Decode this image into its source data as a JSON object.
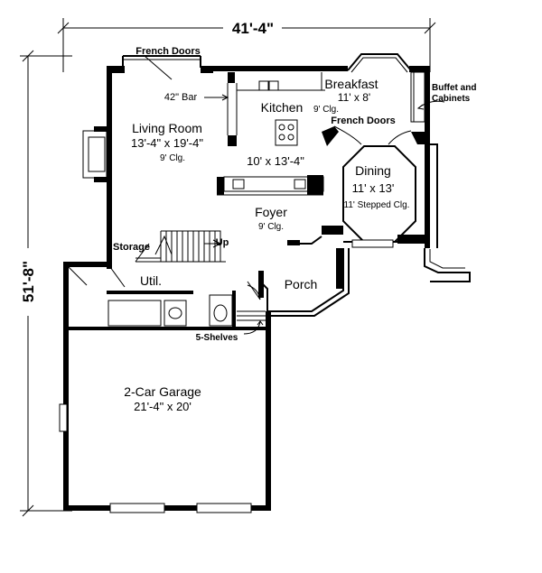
{
  "dimensions": {
    "width": "41'-4\"",
    "depth": "51'-8\""
  },
  "rooms": {
    "living": {
      "name": "Living Room",
      "size": "13'-4\" x 19'-4\"",
      "ceiling": "9' Clg."
    },
    "kitchen": {
      "name": "Kitchen",
      "ceiling": "9' Clg."
    },
    "breakfast": {
      "name": "Breakfast",
      "size": "11' x 8'"
    },
    "dining": {
      "name": "Dining",
      "size": "11' x 13'",
      "ceiling": "11' Stepped Clg."
    },
    "center_room": {
      "size": "10' x 13'-4\""
    },
    "foyer": {
      "name": "Foyer",
      "ceiling": "9' Clg."
    },
    "storage": {
      "name": "Storage"
    },
    "stair": {
      "direction": "Up"
    },
    "util": {
      "name": "Util."
    },
    "porch": {
      "name": "Porch"
    },
    "garage": {
      "name": "2-Car Garage",
      "size": "21'-4\" x 20'"
    }
  },
  "callouts": {
    "french_doors_top": "French Doors",
    "french_doors_dining": "French Doors",
    "bar": "42\" Bar",
    "buffet_line1": "Buffet and",
    "buffet_line2": "Cabinets",
    "shelves": "5-Shelves"
  }
}
